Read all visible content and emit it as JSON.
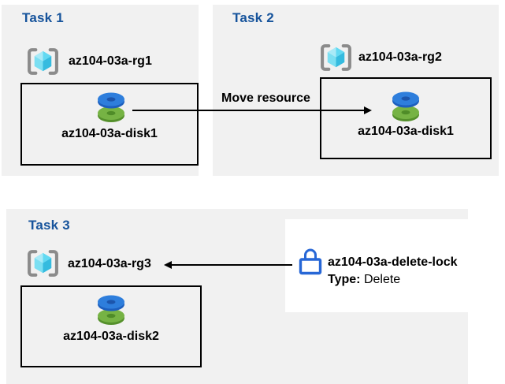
{
  "diagram": {
    "kind": "azure-lab-task-diagram"
  },
  "colors": {
    "panel_bg": "#F1F1F1",
    "task_title_blue": "#17549C",
    "box_border": "#000000",
    "arrow": "#000000",
    "lock_blue": "#2767D6",
    "bracket_gray": "#8B8B8B",
    "cube_cyan_light": "#A9EAF7",
    "cube_cyan_mid": "#62D9F2",
    "cube_cyan_face": "#7BDFF2",
    "cube_cyan_dark": "#35BBDF",
    "disk_blue_top": "#2E7EDC",
    "disk_blue_rim": "#1D5FBE",
    "disk_blue_hole": "#1C55AC",
    "disk_green_top": "#76B344",
    "disk_green_rim": "#55902C",
    "annotation_bg": "#FFFFFF"
  },
  "icons": {
    "resource_group": "azure-resource-group-icon",
    "disk": "azure-managed-disk-icon",
    "lock": "delete-lock-icon",
    "move_arrow": "arrow-right",
    "lock_arrow": "arrow-left"
  },
  "tasks": {
    "task1": {
      "title": "Task 1",
      "resource_group": "az104-03a-rg1",
      "disk": "az104-03a-disk1"
    },
    "task2": {
      "title": "Task 2",
      "resource_group": "az104-03a-rg2",
      "disk": "az104-03a-disk1"
    },
    "task3": {
      "title": "Task 3",
      "resource_group": "az104-03a-rg3",
      "disk": "az104-03a-disk2",
      "lock": {
        "name": "az104-03a-delete-lock",
        "type_label": "Type:",
        "type_value": "Delete"
      }
    }
  },
  "annotations": {
    "move_arrow_label": "Move resource"
  }
}
